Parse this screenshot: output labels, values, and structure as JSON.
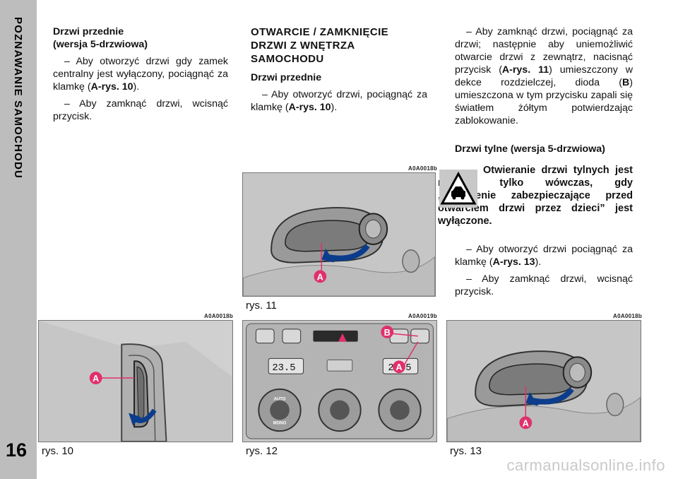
{
  "sidebar": {
    "section_title": "POZNAWANIE SAMOCHODU",
    "page_number": "16"
  },
  "col1": {
    "heading1": "Drzwi przednie",
    "heading2": "(wersja 5-drzwiowa)",
    "p1_text": "– Aby otworzyć drzwi gdy zamek centralny jest wyłączony, pociągnąć za klamkę (",
    "p1_ref": "A-rys. 10",
    "p1_end": ").",
    "p2": "– Aby zamknąć drzwi, wcisnąć przycisk."
  },
  "col2": {
    "title": "OTWARCIE / ZAMKNIĘCIE DRZWI Z WNĘTRZA SAMOCHODU",
    "heading": "Drzwi przednie",
    "p1_text": "– Aby otworzyć drzwi, pociągnąć za klamkę (",
    "p1_ref": "A-rys. 10",
    "p1_end": ")."
  },
  "col3": {
    "p1_a": "– Aby zamknąć drzwi, pociągnąć za drzwi; następnie aby uniemożliwić otwarcie drzwi z zewnątrz, nacisnąć przycisk (",
    "p1_ref1": "A-rys. 11",
    "p1_b": ") umieszczony w dekce rozdzielczej, dioda (",
    "p1_ref2": "B",
    "p1_c": ") umieszczona w tym przycisku zapali się światłem żółtym potwierdzając zablokowanie.",
    "heading": "Drzwi tylne (wersja 5-drzwiowa)",
    "warning": "Otwieranie drzwi tylnych jest możliwe tylko wówczas, gdy „urządzenie zabezpieczające przed otwarciem drzwi przez dzieci” jest wyłączone.",
    "p2_text": "– Aby otworzyć drzwi pociągnąć za klamkę (",
    "p2_ref": "A-rys. 13",
    "p2_end": ").",
    "p3": "– Aby zamknąć drzwi, wcisnąć przycisk."
  },
  "figures": {
    "fig11": {
      "code": "A0A0018b",
      "caption": "rys. 11",
      "label_a": "A"
    },
    "fig10": {
      "code": "A0A0018b",
      "caption": "rys. 10",
      "label_a": "A"
    },
    "fig12": {
      "code": "A0A0019b",
      "caption": "rys. 12",
      "label_a": "A",
      "label_b": "B",
      "temp_left": "23.5",
      "temp_right": "23.5",
      "knob_auto": "AUTO",
      "knob_mono": "MONO"
    },
    "fig13": {
      "code": "A0A0018b",
      "caption": "rys. 13",
      "label_a": "A"
    }
  },
  "watermark": "carmanualsonline.info",
  "colors": {
    "sidebar": "#bdbdbd",
    "figure_bg": "#c4c4c4",
    "label_pink": "#e0306a",
    "arrow_blue": "#0b3d8c"
  }
}
